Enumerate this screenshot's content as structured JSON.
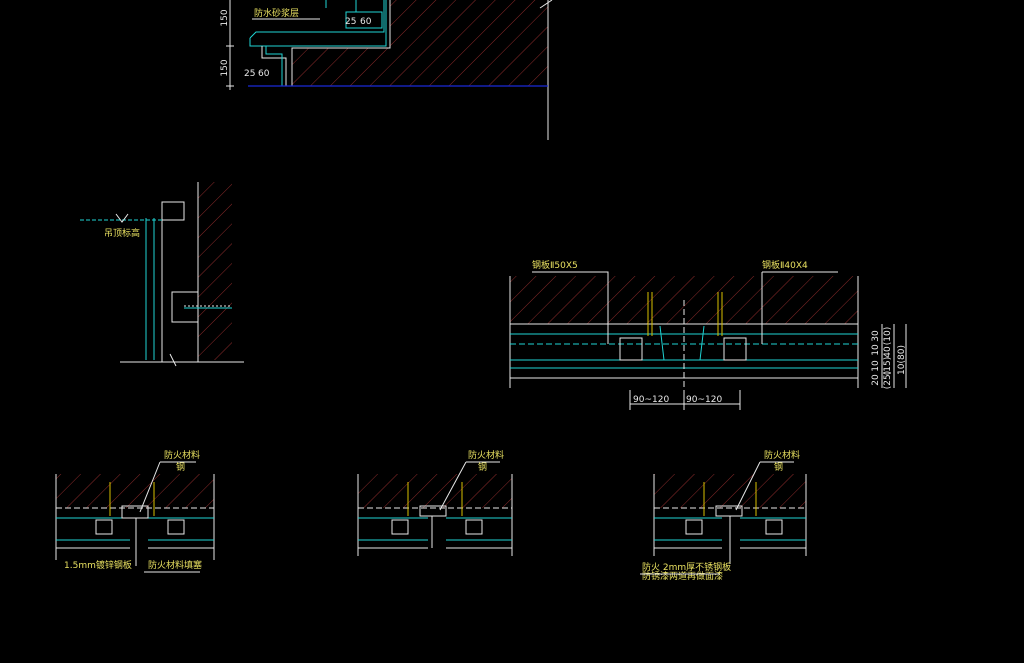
{
  "colors": {
    "background": "#000000",
    "line_white": "#e8e8e8",
    "line_cyan": "#1fd3d3",
    "line_yellow": "#d8c000",
    "label_yellow": "#e8e060",
    "baseline_blue": "#1a2ad8",
    "hatch_red": "#8a2a2a"
  },
  "detail_stair": {
    "dims": [
      "150",
      "150",
      "60",
      "60",
      "25",
      "25"
    ],
    "label": "防水砂浆层"
  },
  "detail_wall": {
    "label": "吊顶标高"
  },
  "detail_joint": {
    "label_left": "钢板Ⅱ50X5",
    "label_right": "钢板Ⅱ40X4",
    "dim_left": "90~120",
    "dim_right": "90~120",
    "right_dims": [
      "30",
      "10",
      "40",
      "10",
      "20",
      "(25)",
      "(15)",
      "(10)",
      "10(80)"
    ]
  },
  "small_details": [
    {
      "top_label": "防火材料",
      "sub_label": "钢",
      "left_label": "1.5mm镀锌钢板",
      "right_label": "防火材料填塞"
    },
    {
      "top_label": "防火材料",
      "sub_label": "钢"
    },
    {
      "top_label": "防火材料",
      "sub_label": "钢",
      "left_label": "防火 2mm厚不锈钢板",
      "left_label2": "防锈漆两道再做面漆"
    }
  ]
}
